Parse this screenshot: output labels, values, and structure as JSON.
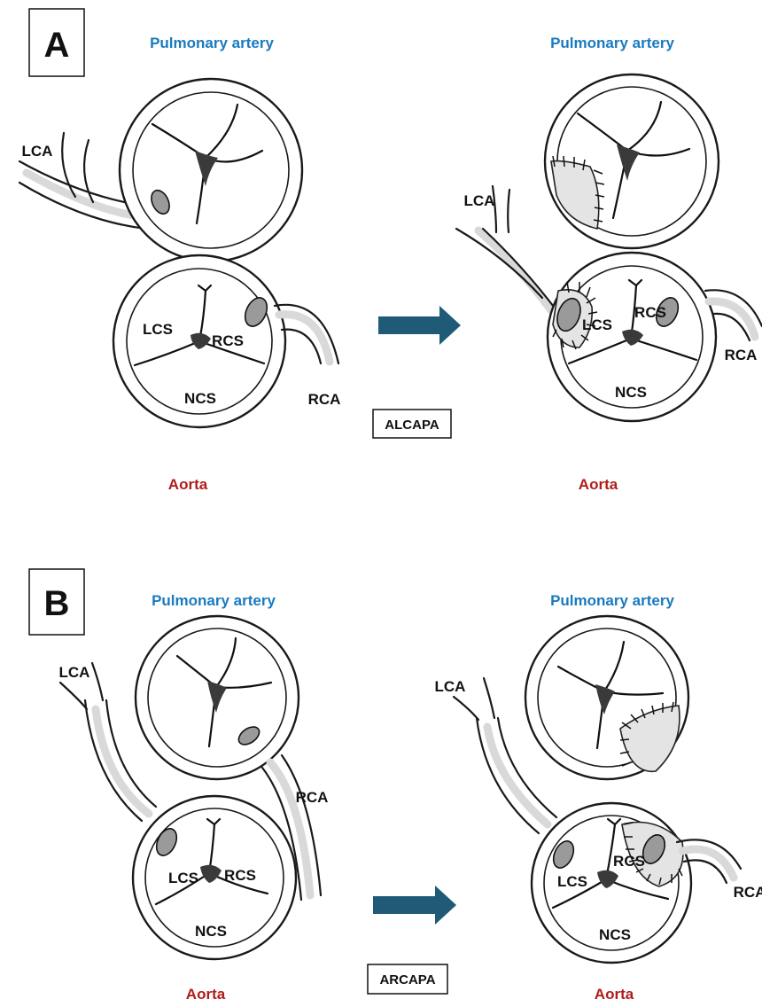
{
  "panels": [
    {
      "letter": "A",
      "procedure": "ALCAPA",
      "left": {
        "pulmonary_title": "Pulmonary artery",
        "aorta_title": "Aorta",
        "lca": "LCA",
        "rca": "RCA",
        "lcs": "LCS",
        "rcs": "RCS",
        "ncs": "NCS"
      },
      "right": {
        "pulmonary_title": "Pulmonary artery",
        "aorta_title": "Aorta",
        "lca": "LCA",
        "rca": "RCA",
        "lcs": "LCS",
        "rcs": "RCS",
        "ncs": "NCS"
      }
    },
    {
      "letter": "B",
      "procedure": "ARCAPA",
      "left": {
        "pulmonary_title": "Pulmonary artery",
        "aorta_title": "Aorta",
        "lca": "LCA",
        "rca": "RCA",
        "lcs": "LCS",
        "rcs": "RCS",
        "ncs": "NCS"
      },
      "right": {
        "pulmonary_title": "Pulmonary artery",
        "aorta_title": "Aorta",
        "lca": "LCA",
        "rca": "RCA",
        "lcs": "LCS",
        "rcs": "RCS",
        "ncs": "NCS"
      }
    }
  ],
  "colors": {
    "pulmonary_title": "#1a7ac0",
    "aorta_title": "#b01c1c",
    "arrow": "#1f5a77",
    "outline": "#1a1a1a"
  }
}
